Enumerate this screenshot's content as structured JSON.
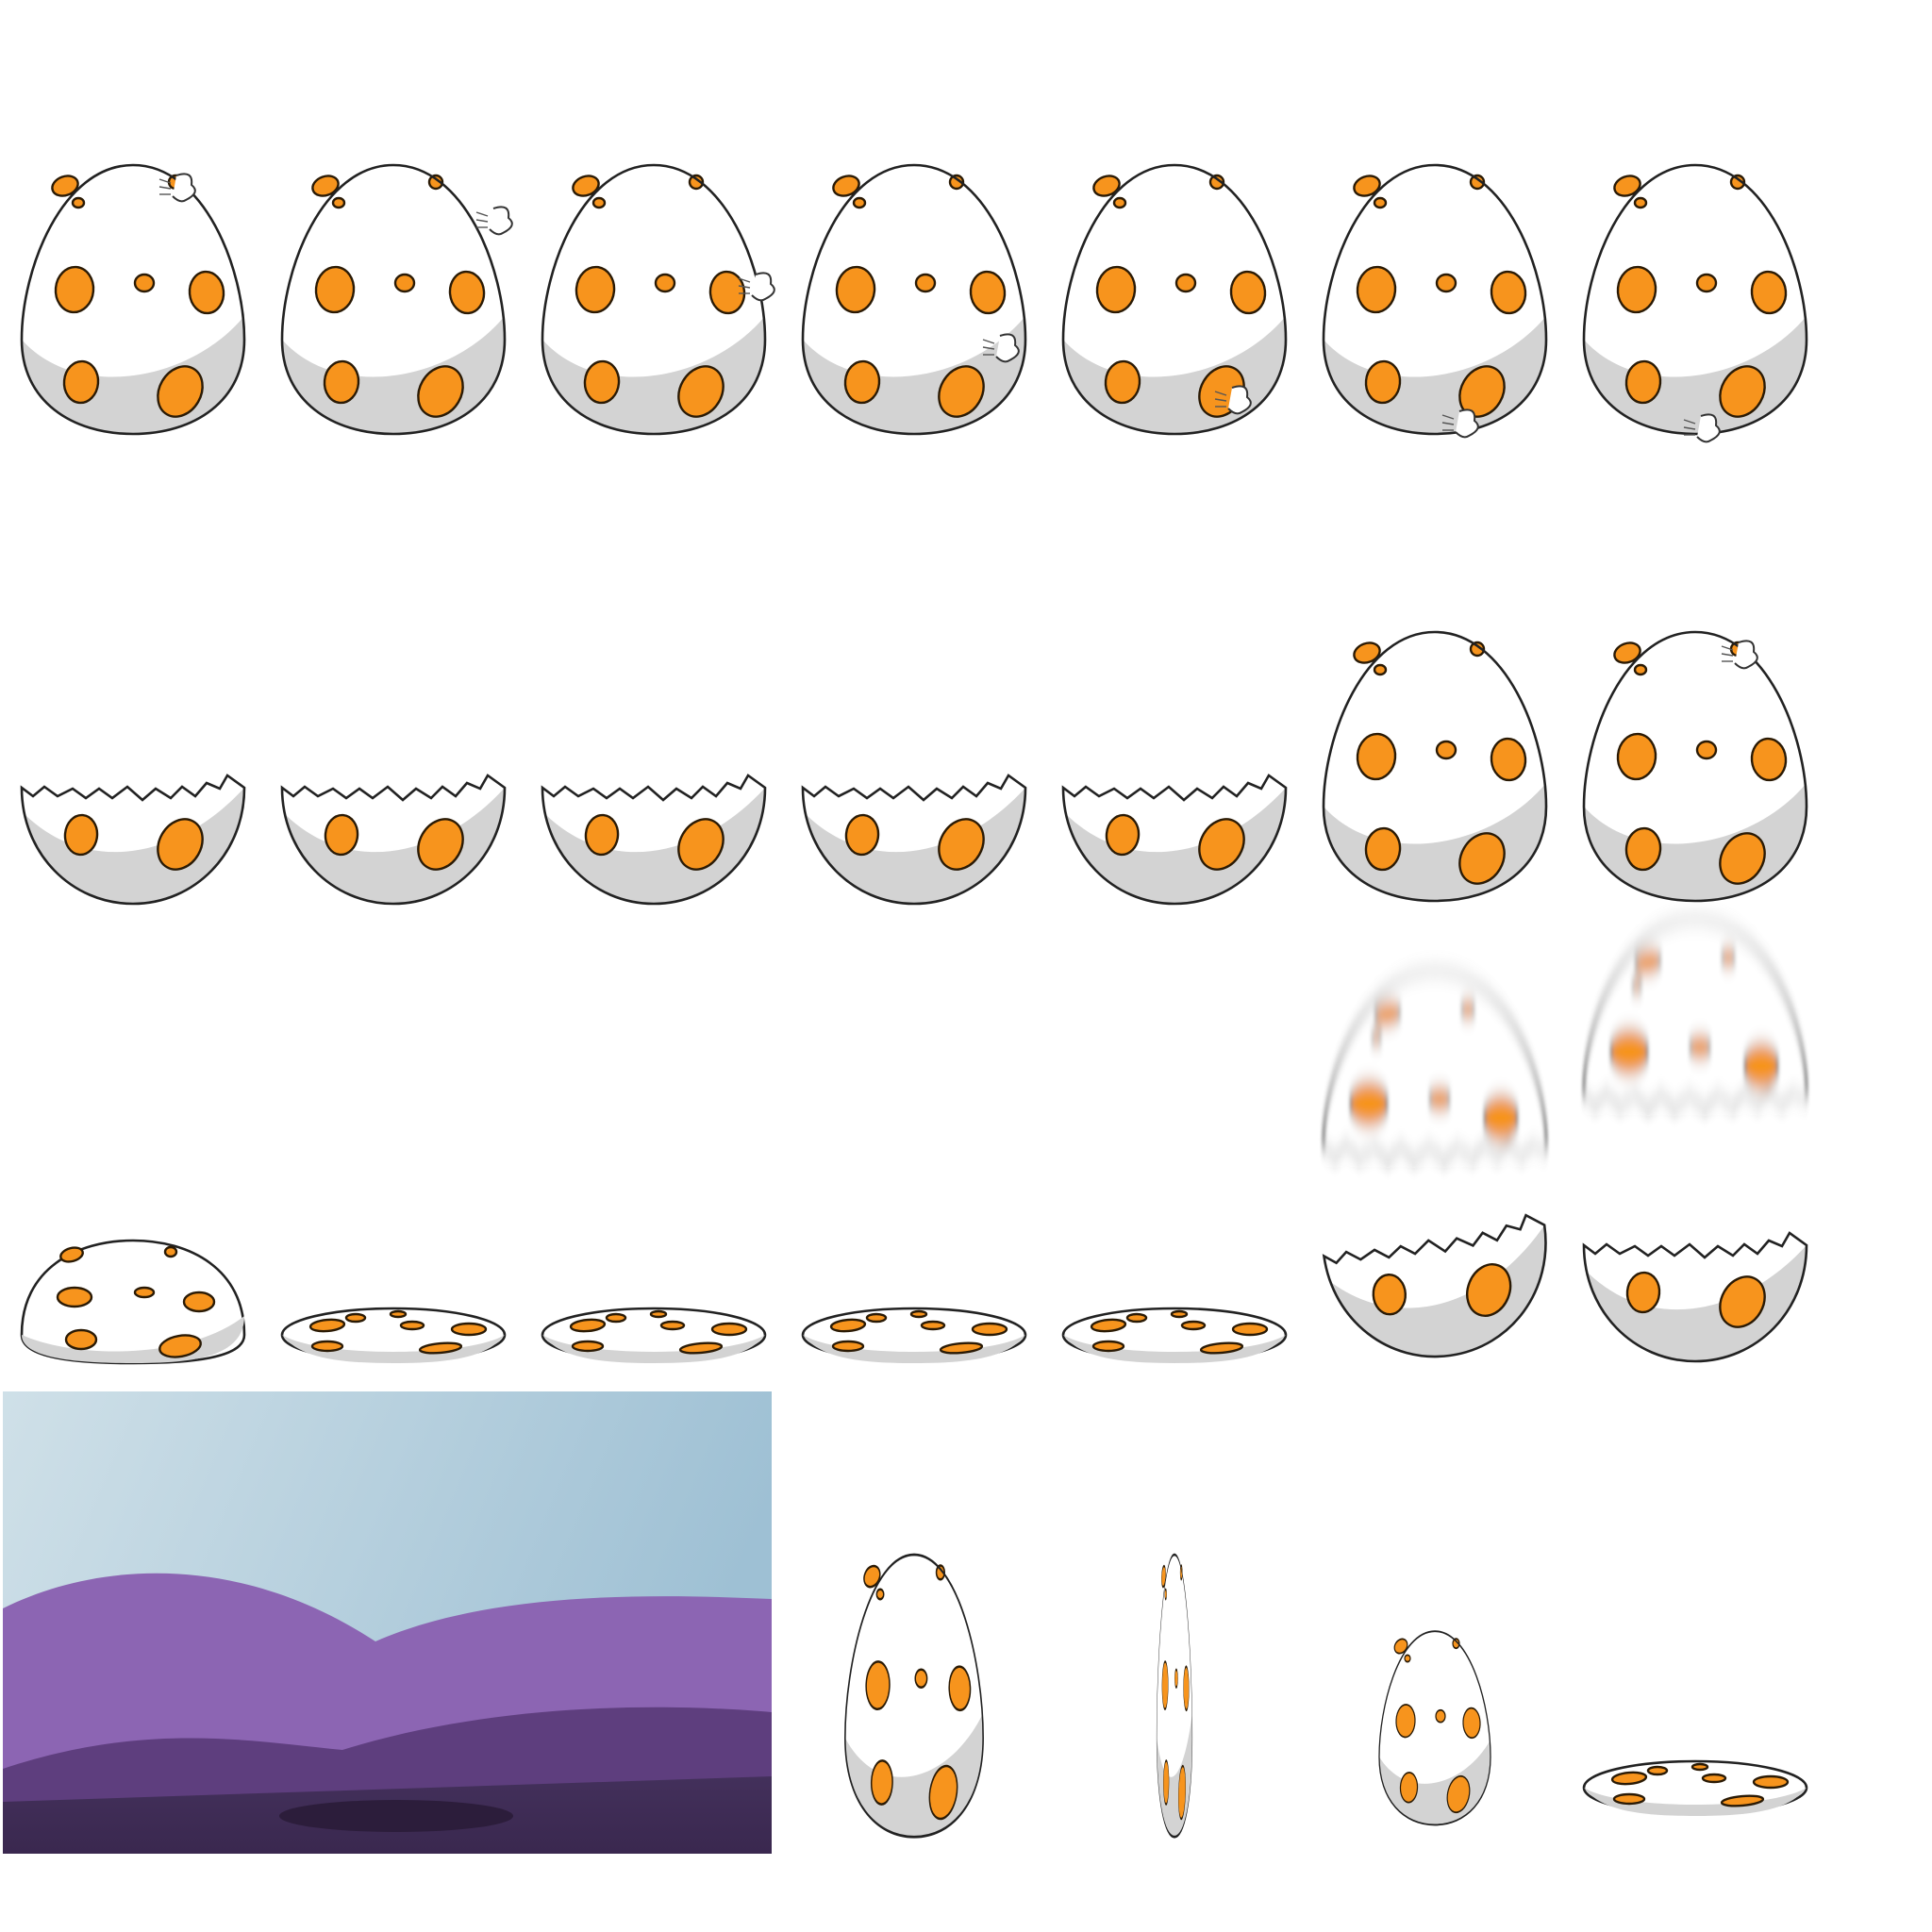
{
  "sprite_sheet": {
    "colors": {
      "shell": "#ffffff",
      "shell_shadow": "#d3d3d3",
      "outline": "#222222",
      "spot": "#f7941d",
      "spot_dark": "#e07810",
      "sky_left": "#cfe0e8",
      "sky_right": "#9ec0d4",
      "hill_light": "#8c65b3",
      "hill_mid": "#5e3e7e",
      "ground": "#402b57",
      "ground_shadow": "#2c1d3b"
    },
    "frames": [
      {
        "row": 1,
        "col": 1,
        "kind": "whole-egg",
        "crack": 1
      },
      {
        "row": 1,
        "col": 2,
        "kind": "whole-egg",
        "crack": 2
      },
      {
        "row": 1,
        "col": 3,
        "kind": "whole-egg",
        "crack": 3
      },
      {
        "row": 1,
        "col": 4,
        "kind": "whole-egg",
        "crack": 4
      },
      {
        "row": 1,
        "col": 5,
        "kind": "whole-egg",
        "crack": 5
      },
      {
        "row": 1,
        "col": 6,
        "kind": "whole-egg",
        "crack": 6
      },
      {
        "row": 1,
        "col": 7,
        "kind": "whole-egg",
        "crack": 7
      },
      {
        "row": 2,
        "col": 1,
        "kind": "bottom-shell"
      },
      {
        "row": 2,
        "col": 2,
        "kind": "bottom-shell"
      },
      {
        "row": 2,
        "col": 3,
        "kind": "bottom-shell"
      },
      {
        "row": 2,
        "col": 4,
        "kind": "bottom-shell"
      },
      {
        "row": 2,
        "col": 5,
        "kind": "bottom-shell"
      },
      {
        "row": 2,
        "col": 6,
        "kind": "whole-egg",
        "crack": 0
      },
      {
        "row": 2,
        "col": 7,
        "kind": "whole-egg",
        "crack": 1
      },
      {
        "row": 3,
        "col": 6,
        "kind": "blurred-top-shell"
      },
      {
        "row": 3,
        "col": 7,
        "kind": "blurred-top-shell"
      },
      {
        "row": 4,
        "col": 1,
        "kind": "squashed-egg"
      },
      {
        "row": 4,
        "col": 2,
        "kind": "flat-egg"
      },
      {
        "row": 4,
        "col": 3,
        "kind": "flat-egg"
      },
      {
        "row": 4,
        "col": 4,
        "kind": "flat-egg"
      },
      {
        "row": 4,
        "col": 5,
        "kind": "flat-egg"
      },
      {
        "row": 4,
        "col": 6,
        "kind": "bottom-shell-tilted"
      },
      {
        "row": 4,
        "col": 7,
        "kind": "bottom-shell"
      },
      {
        "row": 5,
        "col": 1,
        "kind": "background-landscape"
      },
      {
        "row": 5,
        "col": 4,
        "kind": "tall-egg"
      },
      {
        "row": 5,
        "col": 5,
        "kind": "thin-egg"
      },
      {
        "row": 5,
        "col": 6,
        "kind": "small-egg"
      },
      {
        "row": 5,
        "col": 7,
        "kind": "flat-egg"
      }
    ]
  }
}
